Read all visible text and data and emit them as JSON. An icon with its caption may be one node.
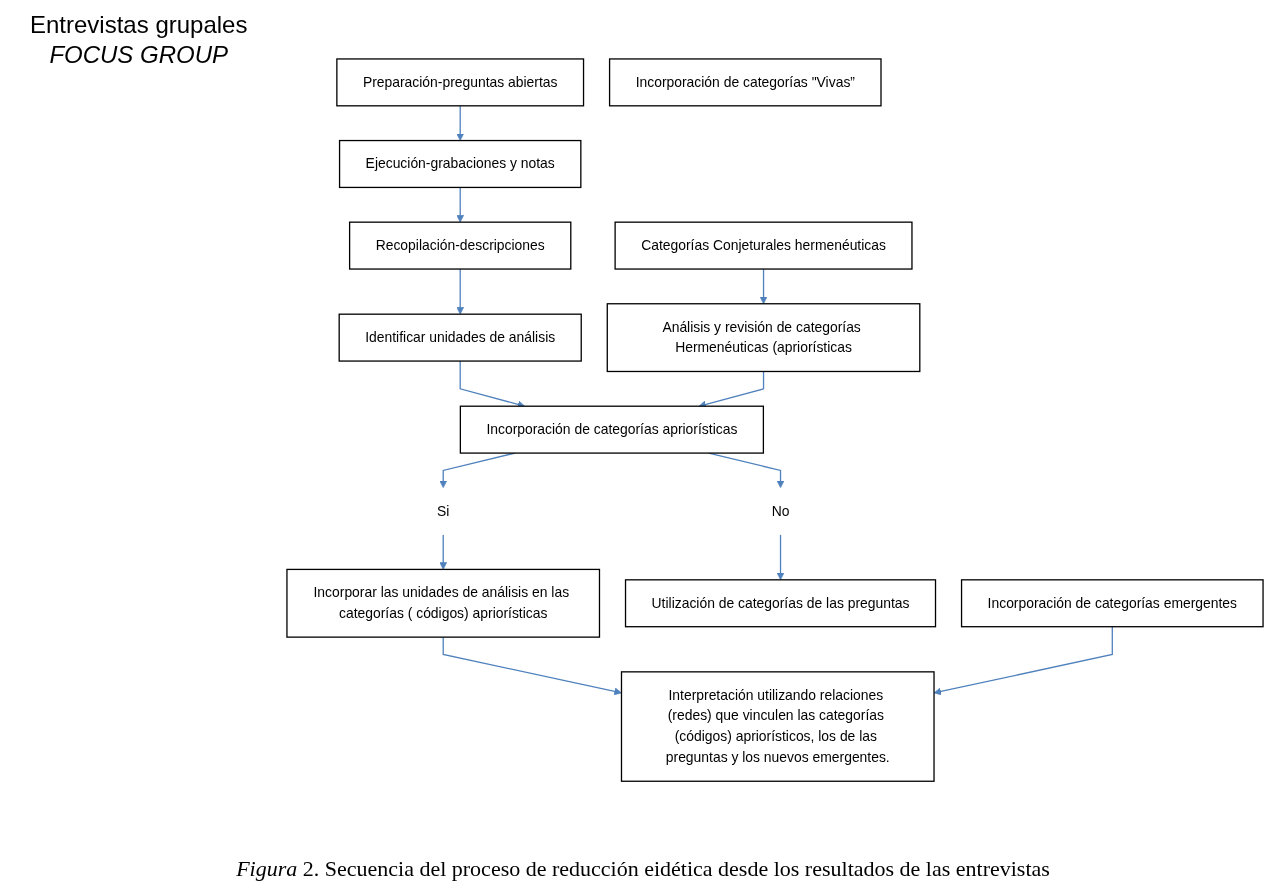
{
  "diagram": {
    "title": "Entrevistas grupales",
    "caption": "*Figura* 2. Secuencia del proceso de reducción eidética desde los resultados de las entrevistas",
    "nodes": [
      {
        "text": [
          "Preparación-preguntas abiertas"
        ]
      },
      {
        "text": [
          "Ejecución-grabaciones y notas"
        ]
      },
      {
        "text": [
          "Recopilación-descripciones"
        ]
      },
      {
        "text": [
          "Identificar unidades de análisis"
        ]
      },
      {
        "text": [
          "Categorías Conjeturales hermenéuticas"
        ]
      },
      {
        "text": [
          "Análisis y revisión de categorías Hermenéuticas (apriorísticas"
        ]
      },
      {
        "text": [
          "Incorporación de categorías apriorísticas"
        ]
      },
      {
        "text": [
          "Si"
        ]
      },
      {
        "text": [
          "No"
        ]
      },
      {
        "text": [
          "Incorporar las unidades de análisis en las categorías ( códigos) apriorísticas"
        ]
      },
      {
        "text": [
          "Utilización de categorías  de las preguntas"
        ]
      },
      {
        "text": [
          "Incorporación de categorías \"Vivas”"
        ]
      },
      {
        "text": [
          "Incorporación de categorías emergentes"
        ]
      },
      {
        "text": [
          "Interpretación utilizando relaciones (redes) que vinculen las categorías (códigos) apriorísticos, los de las preguntas y los nuevos emergentes."
        ]
      }
    ],
    "edges": [
      {
        "from": 0,
        "to": 1,
        "arrow": "to"
      },
      {
        "from": 1,
        "to": 2,
        "arrow": "to"
      },
      {
        "from": 2,
        "to": 3,
        "arrow": "to"
      },
      {
        "from": 3,
        "to": 6,
        "arrow": "to"
      },
      {
        "from": 4,
        "to": 5,
        "arrow": "to"
      },
      {
        "from": 5,
        "to": 6,
        "arrow": "to"
      },
      {
        "from": 6,
        "to": 7,
        "arrow": "to"
      },
      {
        "from": 7,
        "to": 9,
        "arrow": "to"
      },
      {
        "from": 6,
        "to": 8,
        "arrow": "to"
      },
      {
        "from": 8,
        "to": 10,
        "arrow": "to"
      },
      {
        "from": 9,
        "to": 13,
        "arrow": "to"
      },
      {
        "from": 12,
        "to": 13,
        "arrow": "to"
      }
    ],
    "labels": [
      "FOCUS GROUP"
    ]
  }
}
